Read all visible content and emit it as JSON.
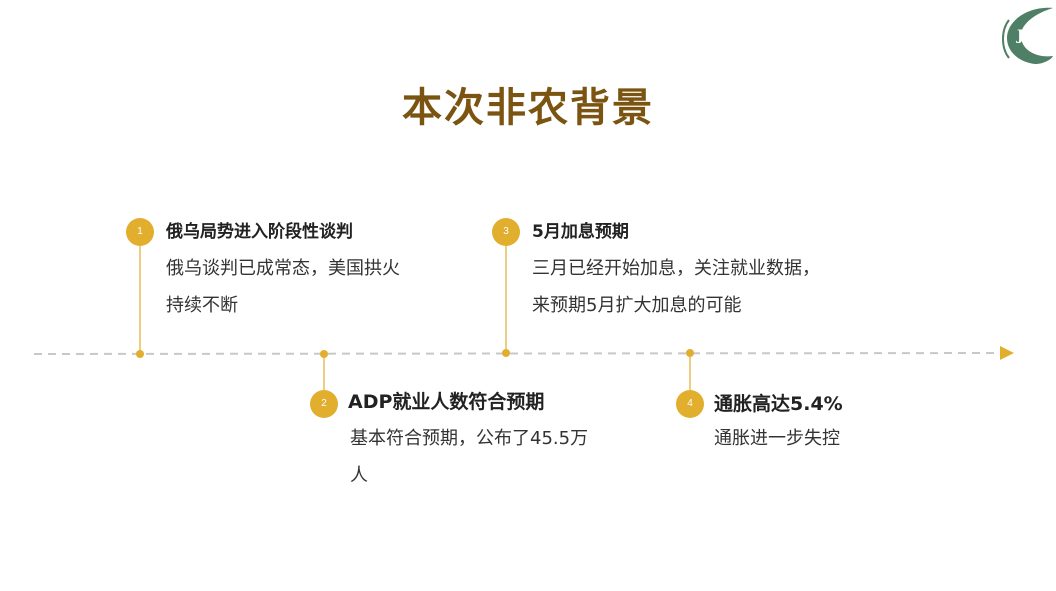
{
  "slide": {
    "title": "本次非农背景",
    "logo_text": "JD",
    "colors": {
      "accent": "#e2ae2e",
      "title": "#7a5410",
      "timeline": "#c8c8c8",
      "logo_leaf": "#4f7f66"
    }
  },
  "events": [
    {
      "number": "1",
      "title": "俄乌局势进入阶段性谈判",
      "description": "俄乌谈判已成常态，美国拱火\n持续不断"
    },
    {
      "number": "2",
      "title": "ADP就业人数符合预期",
      "description": "基本符合预期，公布了45.5万\n人"
    },
    {
      "number": "3",
      "title": "5月加息预期",
      "description": "三月已经开始加息，关注就业数据，\n来预期5月扩大加息的可能"
    },
    {
      "number": "4",
      "title": "通胀高达5.4%",
      "description": "通胀进一步失控"
    }
  ]
}
